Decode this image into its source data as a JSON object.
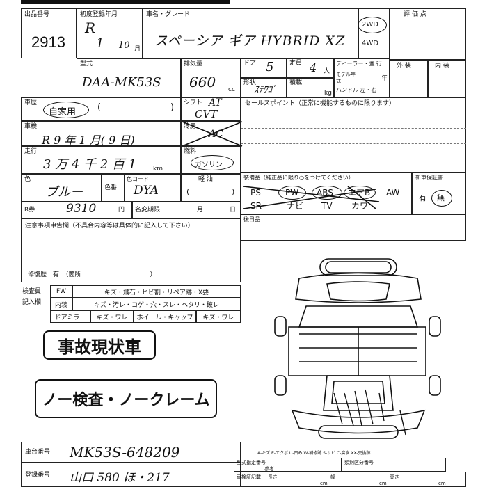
{
  "header": {
    "partial_title": "オークション出品票"
  },
  "top": {
    "lot_label": "出品番号",
    "lot_value": "2913",
    "first_reg_label": "初度登録年月",
    "first_reg_era": "R",
    "first_reg_year": "1",
    "first_reg_month": "10",
    "month_unit": "月",
    "name_label": "車名・グレード",
    "name_value": "スペーシア ギア HYBRID XZ",
    "drive_2wd": "2WD",
    "drive_4wd": "4WD",
    "grade_label": "評 価 点",
    "exterior_label": "外 装",
    "interior_label": "内 装"
  },
  "row2": {
    "model_label": "型式",
    "model_value": "DAA-MK53S",
    "disp_label": "排気量",
    "disp_value": "660",
    "disp_unit": "cc",
    "door_label": "ドア",
    "door_value": "5",
    "cap_label": "定員",
    "cap_value": "4",
    "cap_unit": "人",
    "shape_label": "形状",
    "shape_value": "ｽﾃﾜｺﾞ",
    "load_label": "積載",
    "load_unit": "kg",
    "dealer_label": "ディーラー・並 行",
    "model_year_label": "モデル年式",
    "year_unit": "年",
    "handle_label": "ハンドル 左・右"
  },
  "row3": {
    "inspection_label": "車歴",
    "history_value": "自家用",
    "shift_label": "シフト",
    "shift_value": "AT",
    "shift_sub": "CVT",
    "ac_label": "冷房",
    "ac_value": "AC",
    "sales_point_label": "セールスポイント（正常に機能するものに限ります）"
  },
  "row4": {
    "shaken_label": "車検",
    "shaken_value": "R 9 年 1 月( 9 日)",
    "fuel_label": "燃料",
    "fuel_value": "ガソリン",
    "mileage_label": "走行",
    "mileage_value": "3 万 4 千 2 百 1",
    "mileage_unit": "km"
  },
  "row5": {
    "color_label": "色",
    "color_value": "ブルー",
    "color_no_label": "色番",
    "color_code_label": "色コード",
    "color_code_value": "DYA",
    "lube_label": "軽 油",
    "equip_label": "装備品（純正品に限り○をつけてください）",
    "equip_items_1": [
      "PS",
      "PW",
      "ABS",
      "エアB",
      "AW"
    ],
    "equip_items_2": [
      "SR",
      "ナビ",
      "TV",
      "カワ"
    ],
    "new_guarantee_label": "新車保証書",
    "new_guarantee_yes": "有",
    "new_guarantee_no": "無"
  },
  "row6": {
    "recycle_label": "R券",
    "recycle_value": "9310",
    "yen": "円",
    "name_expiry_label": "名変期限",
    "month": "月",
    "day": "日",
    "after_label": "後日品"
  },
  "notes": {
    "notes_label": "注意事項申告欄（不具合内容等は具体的に記入して下さい）",
    "repair_label": "修復歴　有　（箇所　　　　　　　　　　　）"
  },
  "inspector": {
    "label_1": "検査員",
    "label_2": "記入欄",
    "fw": "FW",
    "fw_desc": "キズ・飛石・ヒビ割・リペア跡・X要",
    "int": "内装",
    "int_desc": "キズ・汚レ・コゲ・穴・スレ・ヘタリ・破レ",
    "door_mirror": "ドアミラー",
    "dm_desc": "キズ・ワレ",
    "wheel": "ホイール・キャップ",
    "wh_desc": "キズ・ワレ"
  },
  "stamps": {
    "accident": "事故現状車",
    "no_claim": "ノー検査・ノークレーム"
  },
  "bottom": {
    "chassis_label": "車台番号",
    "chassis_value": "MK53S-648209",
    "reg_label": "登録番号",
    "reg_value": "山口 580 ほ・217",
    "legend": "A-キズ E-エクボ U-凹み W-補修跡 S-サビ C-腐食 XX-交換跡",
    "type_cert_label": "型式指定番号",
    "class_no_label": "類別区分番号",
    "ref_label": "参考",
    "car_size_label": "車検証記載",
    "length_label": "長さ",
    "width_label": "幅",
    "height_label": "高さ",
    "cm": "cm"
  }
}
